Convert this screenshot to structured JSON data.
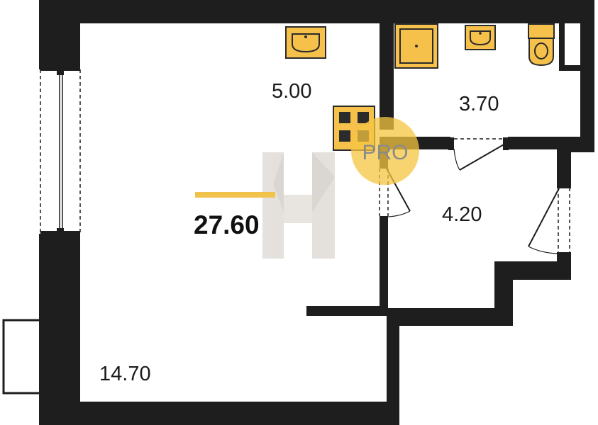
{
  "plan": {
    "total_area": "27.60",
    "rooms": {
      "living_room": "14.70",
      "kitchen": "5.00",
      "bathroom": "3.70",
      "hallway": "4.20"
    },
    "badge": "PRO",
    "colors": {
      "wall": "#1e1e1e",
      "fixture": "#f6c14a",
      "fixture_stroke": "#2b2b2b",
      "badge": "#f5c542",
      "total_underline": "#f2c34c",
      "watermark": "#cfc9c2"
    }
  }
}
